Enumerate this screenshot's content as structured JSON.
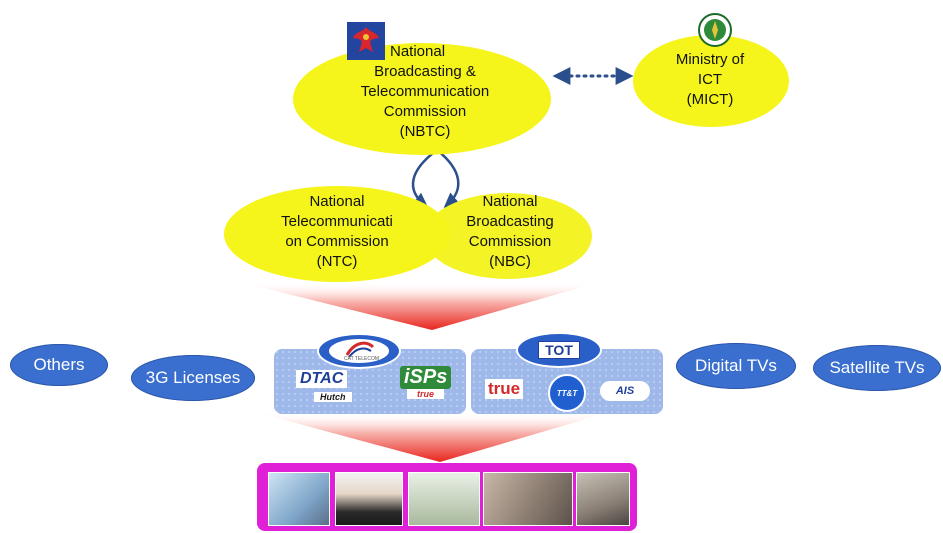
{
  "top": {
    "nbtc": {
      "lines": [
        "National",
        "Broadcasting &",
        "Telecommunication",
        "Commission",
        "(NBTC)"
      ]
    },
    "mict": {
      "lines": [
        "Ministry of",
        "ICT",
        "(MICT)"
      ]
    }
  },
  "middle": {
    "ntc": {
      "lines": [
        "National",
        "Telecommunicati",
        "on Commission",
        "(NTC)"
      ]
    },
    "nbc": {
      "lines": [
        "National",
        "Broadcasting",
        "Commission",
        "(NBC)"
      ]
    }
  },
  "bottom": {
    "others": "Others",
    "licenses_3g": "3G Licenses",
    "digital_tvs": "Digital TVs",
    "satellite_tvs": "Satellite TVs",
    "left_panel": {
      "dtac": "DTAC",
      "isps": "iSPs",
      "hutch": "Hutch",
      "true_small": "true",
      "cat_logo": "CAT TELECOM"
    },
    "right_panel": {
      "tot": "TOT",
      "true": "true",
      "ais": "AIS",
      "ttt": "TT&T"
    }
  },
  "colors": {
    "yellow": "#f5f51c",
    "blue_oval": "#3a6fcf",
    "panel": "#9fb8ea",
    "photo_frame": "#e020d6",
    "arrow": "#2a4f8c",
    "funnel": "#e8251e"
  }
}
